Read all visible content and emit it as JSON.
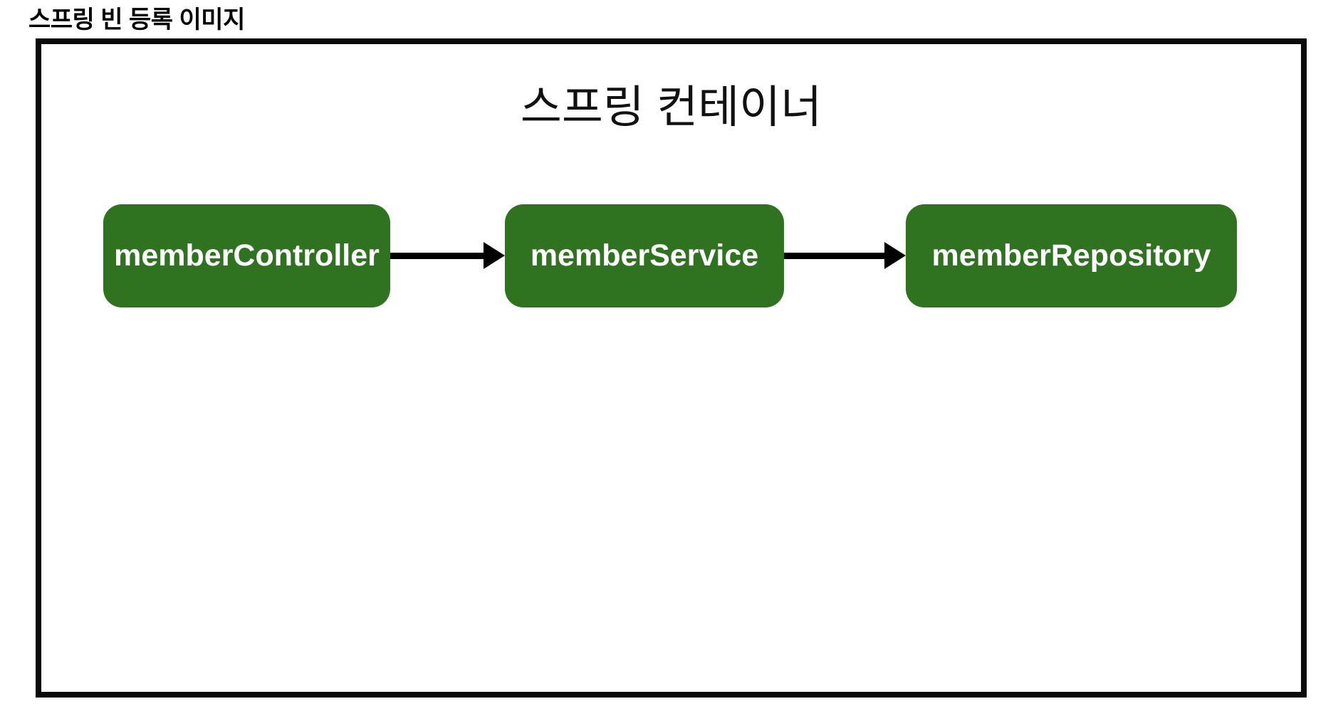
{
  "page": {
    "title": "스프링 빈 등록 이미지"
  },
  "container": {
    "title": "스프링 컨테이너"
  },
  "beans": [
    {
      "label": "memberController"
    },
    {
      "label": "memberService"
    },
    {
      "label": "memberRepository"
    }
  ],
  "arrows": [
    {
      "from": "memberController",
      "to": "memberService"
    },
    {
      "from": "memberService",
      "to": "memberRepository"
    }
  ],
  "colors": {
    "bean_fill": "#2F7220",
    "bean_text": "#FFFFFF",
    "container_border": "#000000",
    "arrow": "#000000",
    "background": "#FFFFFF"
  }
}
